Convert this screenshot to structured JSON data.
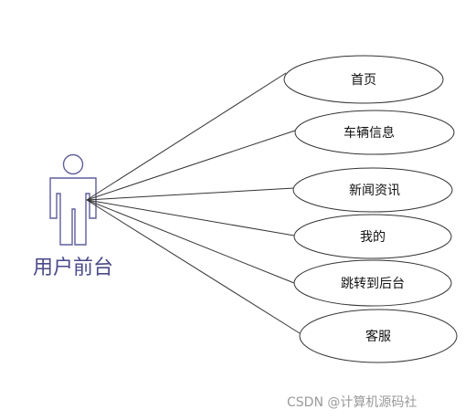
{
  "diagram": {
    "actor": {
      "label": "用户前台"
    },
    "use_cases": [
      {
        "label": "首页"
      },
      {
        "label": "车辆信息"
      },
      {
        "label": "新闻资讯"
      },
      {
        "label": "我的"
      },
      {
        "label": "跳转到后台"
      },
      {
        "label": "客服"
      }
    ]
  },
  "watermark": {
    "text": "CSDN @计算机源码社"
  }
}
